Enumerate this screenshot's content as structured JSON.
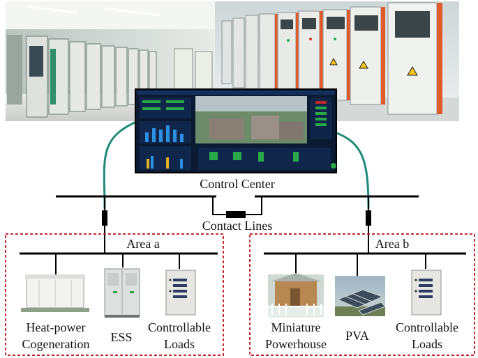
{
  "control_center": {
    "label": "Control Center"
  },
  "contact_lines": {
    "label": "Contact Lines"
  },
  "area_a": {
    "label": "Area a",
    "devices": [
      {
        "label_line1": "Heat-power",
        "label_line2": "Cogeneration"
      },
      {
        "label_line1": "ESS",
        "label_line2": ""
      },
      {
        "label_line1": "Controllable",
        "label_line2": "Loads"
      }
    ]
  },
  "area_b": {
    "label": "Area b",
    "devices": [
      {
        "label_line1": "Miniature",
        "label_line2": "Powerhouse"
      },
      {
        "label_line1": "PVA",
        "label_line2": ""
      },
      {
        "label_line1": "Controllable",
        "label_line2": "Loads"
      }
    ]
  },
  "colors": {
    "bus": "#000000",
    "area_border": "#c0282d",
    "comm_cable": "#1f8a7a",
    "cabinet_gray": "#d9dcdc",
    "cabinet_accent": "#e05a2a",
    "screen_bg": "#0b1a33"
  }
}
